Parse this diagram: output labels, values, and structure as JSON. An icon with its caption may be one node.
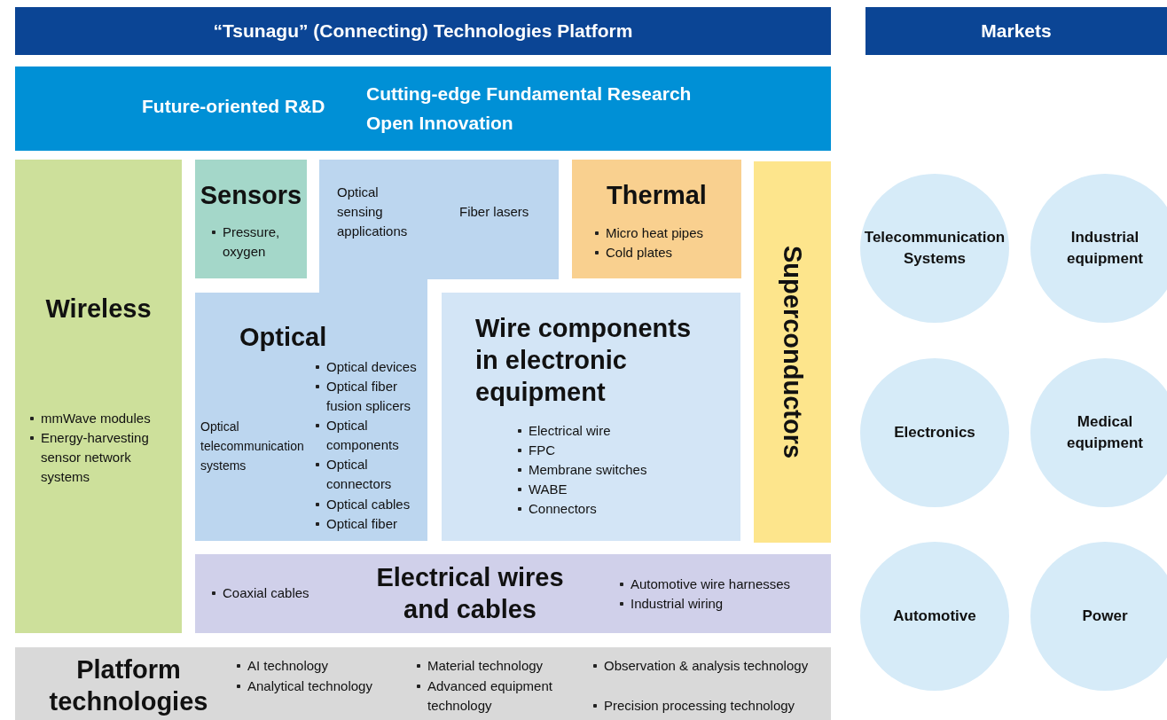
{
  "diagram": {
    "nodes": [
      {
        "text": [
          "“Tsunagu” (Connecting) Technologies Platform"
        ]
      },
      {
        "text": [
          "Markets"
        ]
      },
      {
        "text": [
          "Future-oriented R&D",
          "Cutting-edge Fundamental Research",
          "Open Innovation"
        ]
      },
      {
        "text": [
          "Wireless",
          "mmWave modules",
          "Energy-harvesting sensor network systems"
        ]
      },
      {
        "text": [
          "Sensors",
          "Pressure, oxygen"
        ]
      },
      {
        "text": [
          "Optical sensing applications",
          "Fiber lasers",
          "Optical",
          "Optical telecommunication systems",
          "Optical devices",
          "Optical fiber fusion splicers",
          "Optical components",
          "Optical connectors",
          "Optical cables",
          "Optical fiber"
        ]
      },
      {
        "text": [
          "Thermal",
          "Micro heat pipes",
          "Cold plates"
        ]
      },
      {
        "text": [
          "Superconductors"
        ]
      },
      {
        "text": [
          "Wire components in electronic equipment",
          "Electrical wire",
          "FPC",
          "Membrane switches",
          "WABE",
          "Connectors"
        ]
      },
      {
        "text": [
          "Coaxial cables",
          "Electrical wires and cables",
          "Automotive wire harnesses",
          "Industrial wiring"
        ]
      },
      {
        "text": [
          "Platform technologies",
          "AI technology",
          "Analytical technology",
          "Material technology",
          "Advanced equipment technology",
          "Observation & analysis technology",
          "Precision processing technology"
        ]
      },
      {
        "text": [
          "Telecommunication Systems"
        ]
      },
      {
        "text": [
          "Industrial equipment"
        ]
      },
      {
        "text": [
          "Electronics"
        ]
      },
      {
        "text": [
          "Medical equipment"
        ]
      },
      {
        "text": [
          "Automotive"
        ]
      },
      {
        "text": [
          "Power"
        ]
      }
    ]
  }
}
